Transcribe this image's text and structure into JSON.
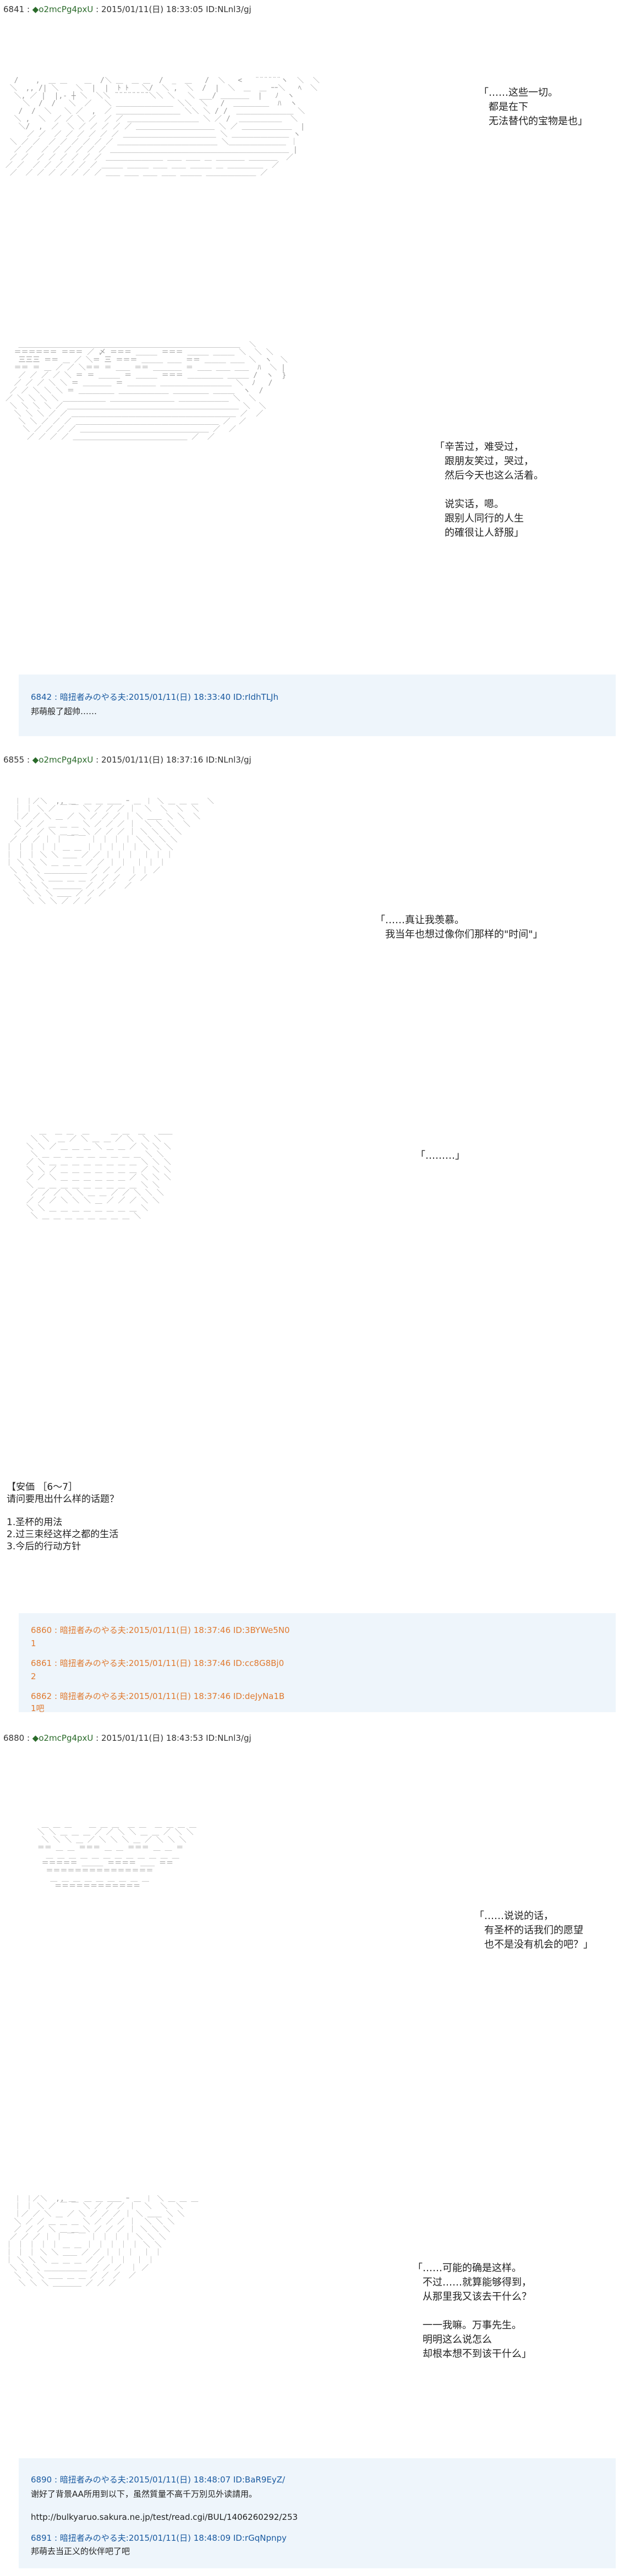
{
  "posts": [
    {
      "header": {
        "num": "6841",
        "name": "◆o2mcPg4pxU",
        "date": "2015/01/11(日) 18:33:05",
        "id": "ID:NLnl3/gj"
      },
      "speech1": "「……这些一切。\n　都是在下\n　无法替代的宝物是也」",
      "speech2": "「辛苦过，难受过，\n　跟朋友笑过，哭过，\n　然后今天也这么活着。\n\n　说实话，嗯。\n　跟别人同行的人生\n　的確很让人舒服」"
    },
    {
      "header": {
        "num": "6855",
        "name": "◆o2mcPg4pxU",
        "date": "2015/01/11(日) 18:37:16",
        "id": "ID:NLnl3/gj"
      },
      "speech1": "「……真让我羡慕。\n　我当年也想过像你们那样的\"时间\"」",
      "speech2": "「………」",
      "prompt": "【安価 ［6～7］\n请问要甩出什么样的话题？",
      "options": "1.圣杯的用法\n2.过三束经这样之都的生活\n3.今后的行动方针"
    },
    {
      "header": {
        "num": "6880",
        "name": "◆o2mcPg4pxU",
        "date": "2015/01/11(日) 18:43:53",
        "id": "ID:NLnl3/gj"
      },
      "speech1": "「……说说的话，\n　有圣杯的话我们的愿望\n　也不是没有机会的吧？」",
      "speech2": "「……可能的确是这样。\n　不过……就算能够得到，\n　从那里我又该去干什么？\n\n　一一我嘛。万事先生。\n　明明这么说怎么\n　却根本想不到该干什么」"
    }
  ],
  "reply_boxes": [
    {
      "lines": [
        {
          "text": "6842 : 暗扭者みのやる夫:2015/01/11(日) 18:33:40 ID:rIdhTLJh",
          "tone": "blue"
        },
        {
          "text": "邦萌般了超帅……",
          "tone": "dark"
        }
      ]
    },
    {
      "lines": [
        {
          "text": "6860 : 暗扭者みのやる夫:2015/01/11(日) 18:37:46 ID:3BYWe5N0",
          "tone": "orange"
        },
        {
          "text": "1",
          "tone": "orange"
        },
        {
          "text": "6861 : 暗扭者みのやる夫:2015/01/11(日) 18:37:46 ID:cc8G8Bj0",
          "tone": "orange"
        },
        {
          "text": "2",
          "tone": "orange"
        },
        {
          "text": "6862 : 暗扭者みのやる夫:2015/01/11(日) 18:37:46 ID:deJyNa1B",
          "tone": "orange"
        },
        {
          "text": "1吧",
          "tone": "orange"
        }
      ]
    },
    {
      "lines": [
        {
          "text": "6890 : 暗扭者みのやる夫:2015/01/11(日) 18:48:07 ID:BaR9EyZ/",
          "tone": "blue"
        },
        {
          "text": "谢好了背景AA所用到以下，虽然質量不高千万別见外读請用。",
          "tone": "dark"
        },
        {
          "text": "http://bulkyaruo.sakura.ne.jp/test/read.cgi/BUL/1406260292/253",
          "tone": "dark"
        },
        {
          "text": "6891 : 暗扭者みのやる夫:2015/01/11(日) 18:48:09 ID:rGqNpnpy",
          "tone": "blue"
        },
        {
          "text": "邦萌去当正义的伙伴吧了吧",
          "tone": "dark"
        }
      ]
    }
  ],
  "aa": {
    "a1": "  /    ,  ＿ ＿    ＿  /＼ ＿  ＿ ＿  /  _  ＿   /  ＼   <   ¨¨¨¨¨¨ヽ  ＼  ＼\n ＼  ,, /| ＼    ＼  |  |  ﾄ ﾄ   ＼/  ＼ ,  ＼  /  |  ＼  ＿  ＿ ｰｰ＼   ﾍ  ＼\n  ＼, ／ |  |,‐ ┼ ＼  ＼＼ ¨¨¨¨¨¨¨¨＼＼ ＼   ＼ ___/ ＿＿＿＿  |   ﾉ  ヽ\n    ＼  /  /   ＼  ／   ＼ ＿＿＿＿＿＿＿＿ ＼＼  ＼   /  ＿＿＿＿＿  ﾊ  ヽ\n   /  /  ＼   ＼ ／  ,  ／ ＿＿＿＿＿＿＿＿＿ ＼＼ ＼ / /  ＿＿＿＿＿＿＿＿ ＼\n  ＼ ,  ＼  ／ ／ ＼ ／  ／ ／ ＿＿＿＿＿＿＿＿＿＿ ＼ ／ /  ＿＿＿＿＿＿  ＼\n   ＼/  ,  ／  ＼ ／ ／ ／ ／ ／ ＿＿＿＿＿＿＿＿＿＿＿ ＼ ／ ＿＿＿＿＿＿＿  |\n     ／ ／  ／ ／ ／ ／ ／ ／ ＿＿＿＿＿＿＿＿＿＿＿＿＿ ＼ ＿＿＿＿＿＿＿＿ ヽ\n ＼ ／ ／  ／ ／ ／ ／ ／ ／ ＿＿＿＿＿＿＿＿＿＿＿＿＿＿ ＼＿＿＿＿＿＿＿＿ ｜\n  ／ ／  ／ ／ ／ ／ ／ ／ ＿＿＿＿＿＿＿＿＿＿＿＿＿＿＿＿＿＿＿＿＿＿＿＿＿ |\n ／ ／  ／ ／ ／ ／ ／ ／ ＿＿＿＿＿＿＿＿ ＿＿ ＿＿ ＿ ＿＿＿＿ ＿＿＿＿  ／\n／ ／  ／ ／ ／ ／ ／ ／ ＿＿＿ ＿＿＿ ＿＿ ＿＿ ＿＿＿ ＿ ＿＿＿＿＿  ／\n ／  ／ ／ ／ ／ ／ ／ ／ ＿＿ ＿＿ ＿＿ ＿＿ ＿＿＿ ＿＿＿＿＿＿＿ ／",
    "a2": "   ＿＿＿＿＿＿＿＿＿＿＿＿＿＿＿＿＿＿＿＿＿＿＿＿＿＿＿＿＿＿＿  ＼\n  ＝＝＝＝＝＝ ＝＝＝ ／ 〆 ＝＝＝ ＿＿＿ ＝＝＝ ＿＿＿ ＿＿＿ ＼  ＼ ＼\n   三三三 ＝＝ ＿ ／ ＼＝ 三 ＝＝＝ ＿＿＿ ＿＿ ＝＝ ＿＿＿ ＿＿ ＼  ヽ  ＼\n  ＝＝ ＝ ＿ ／ ／ ＼＝＝ ＝ ＿＿ ＝＝ ＿＿＿＿ ＝ ＿＿ ＿＿ ＿＿  ﾊ  ＼ |\n   ／ ／ ／ ／ ＼ ＝ ＝ ＿＿＿ ＝ ＿＿＿ ＝＝＝ ＿＿＿＿＿ ＿＿＿ /  ヽ  }\n  ／ ／ ／ ＼ ＼ ＝ ＿＿＿＿ ＝ ＿＿＿＿ ＿＿＿＿＿＿＿＿＿＿ ＼  ﾉ   /\n ／ ／ ＼ ＼ ＼ ＝ ＿＿＿＿＿ ＿＿＿＿＿＿＿ ＿＿＿＿＿ ＿＿＿  ヽ  /\n／ ＼ ＼ ＼ ＼ ＿＿＿＿＿＿ ＿＿＿＿＿＿＿＿＿ ＿＿＿＿＿＿＿ ＼  ＼\n ＼ ＼ ＼ ＼ ／ ＿＿＿＿＿＿＿＿＿＿＿＿＿＿＿＿＿＿＿＿＿＿＿＿ ＼  ＼\n  ＼ ＼ ＼ ／ ／ ＿＿＿＿＿＿＿＿＿＿＿＿＿＿＿＿＿＿＿＿＿＿＿ ／  ／\n   ＼ ＼ ／ ／ ／ ＿＿＿＿＿＿＿＿＿＿＿＿＿＿＿＿＿＿＿＿ ／  ／\n    ＼ ／ ／ ／ ／ ＿＿＿＿＿＿＿＿＿＿＿＿＿＿＿＿＿＿ ／  ／\n     ／ ／ ／ ／ ＿＿＿＿＿＿＿＿＿＿＿＿＿＿＿＿ ／  ／",
    "a3": "  ｜ ｜／＼  ,, ＿  ＿ ＿ ＿＿ ｰ ＿ ｜ ＼ ＿ ＿ ＿  ＼\n  ｜ ｜ ＼ ／ ￣ ￣ ＼ ／ ／ ／ ｜  ＼  ＼  ＼  ＼\n  ｜／ ／ ＼ ＿ ／ ＼ ／ ／ ／ ｜ ＼ ＿＿ ＼ ＼  ＼\n  ＼ ／ ／ ＿ ＿ ＿ ＼ ／ ／ ／ ｜  ＼ ＼ ＼  ＼\n  ／ ／ ／ ＼ ＿ ＿ ＼ ／ ／ ／ ｜ ＼ ＼ ＼ ＼\n ／ ／ ／ ｜ ｜ ￣ ￣ ｜ ｜ ｜ ｜ ＼ ＼ ＼ ＼\n｜ ｜ ｜ ｜ ｜ ＿ ＿ ｜ ｜ ｜ ｜ ｜ ＼ ＼ ＼\n｜ ｜ ｜ ＼ ＼ ＿＿ ／ ／ ｜ ｜ ｜  ｜ ｜ ｜\n｜ ＼ ＼ ＼ ＿ ＿ ＿ ／ ／ ｜ ｜  ｜ ｜ ｜\n ＼ ＼ ＼ ＿＿＿＿＿＿ ／ ／ ／  ｜ ｜ ／\n  ＼ ＼ ＼ ＿＿ ＿ ＿ ／ ／ ／  ／ ／\n   ＼ ＼ ＼ ＿＿＿＿ ／ ／ ／  ／\n    ＼ ＼ ＼ ＿＿ ／ ／ ／\n     ＼ ＼ ＼ ／ ／ ／",
    "a4": "    ＿  ＿ ＿  ＿     ＿ ＿  ＿   ＿＿\n  ＼ ＼  ＿ ／ ＼ ＿ ＿ ／ ＼  ＼ ＼\n ＼ ＼ ／ ＿ ＿ ＿ ＼ ＿ ＿ ／ ＼ ＼ ＼\n  ＼ ＿ ＿ ＿ ＿ ＿ ＿ ＿ ＿ ＿ ＼ ＼\n ／ ＼ ＿ ＿ ＿ ＿ ＿ ＿ ＿ ＿ ＼ ＼ ＼\n ＼ ＼ ／ ＿ ＿ ＿ ＿ ＿ ＿ ＿ ／ ＼ ＼\n ／ ／ ＼ ＿ ＿ ＿ ＿ ＿ ＿ ／ ＼ ＼ ＼\n ＼ ＿ ＿ ＿ ＿ ＿ ＿ ＿ ＿ ＿ ＼ ＼\n  ／ ／ ／ ＼ ＼ ＿ ＿ ／ ／ ＼ ＼ ＼\n ／ ／ ／ ＼ ＼ ＼ ＿ ／ ／ ／ ＼ ＼\n ＼ ＼ ＿ ＿ ＿ ＿ ＿ ＿ ＿ ＿ ＼\n  ＼ ＿ ＿ ＿ ＿ ＿ ＿ ＿ ＿ ＼",
    "a5": "  ＿ ＿ ＿    ＿ ＿ ＿  ＿ ＿  ＿ ＿ ＿ ＿\n ＼ ＼ ＿ ＿ ＿ ／ ／ ＼ ＼ ＿ ＿ ／ ＼ ＼\n  ＼ ＼ ＼ ＿ ／ ＼ ＼ ＼ ＿ ／ ＼ ＼ ＼\n ＝＝ ＿ ＿ ＝＝＝ ＿ ＿ ＝＝＝ ＿ ＿ ＝\n   ＿ ＿ ＿ ＿ ＿ ＿ ＿ ＿ ＿ ＿ ＿ ＿\n  ＝＝＝＝＝ ＿＿＿ ＝＝＝＝ ＿＿ ＝＝\n   ＝＝＝＝＝＝＝＝＝＝＝＝＝＝＝\n    ＿ ＿ ＿ ＿ ＿ ＿ ＿ ＿ ＿\n     ＝＝＝＝＝＝＝＝＝＝＝＝",
    "a6": "  ｜ ｜／＼  ,, ＿  ＿ ＿ ＿＿ ｰ ＿ ｜ ＼ ＿ ＿ ＿\n  ｜ ｜ ＼ ／ ￣ ￣ ＼ ／ ／ ／ ｜  ＼  ＼  ＼\n  ｜／ ／ ＼ ＿ ／ ＼ ／ ／ ／ ｜ ＼ ＿＿ ＼ ＼\n  ＼ ／ ／ ＿ ＿ ＿ ＼ ／ ／ ／ ｜  ＼ ＼ ＼\n  ／ ／ ／ ＼ ＿ ＿ ＼ ／ ／ ／ ｜ ＼ ＼ ＼\n ／ ／ ／ ｜ ｜ ￣ ￣ ｜ ｜ ｜ ｜ ＼ ＼ ＼\n｜ ｜ ｜ ｜ ｜ ＿ ＿ ｜ ｜ ｜ ｜ ｜ ＼ ＼\n｜ ｜ ｜ ＼ ＼ ＿＿ ／ ／ ｜ ｜ ｜  ｜ ｜\n｜ ＼ ＼ ＼ ＿ ＿ ＿ ／ ／ ｜ ｜  ｜ ｜\n ＼ ＼ ＼ ＿＿＿＿＿＿ ／ ／ ／  ｜ ／\n  ＼ ＼ ＼ ＿＿ ＿ ＿ ／ ／ ／  ／\n   ＼ ＼ ＼ ＿＿＿＿ ／ ／ ／"
  }
}
